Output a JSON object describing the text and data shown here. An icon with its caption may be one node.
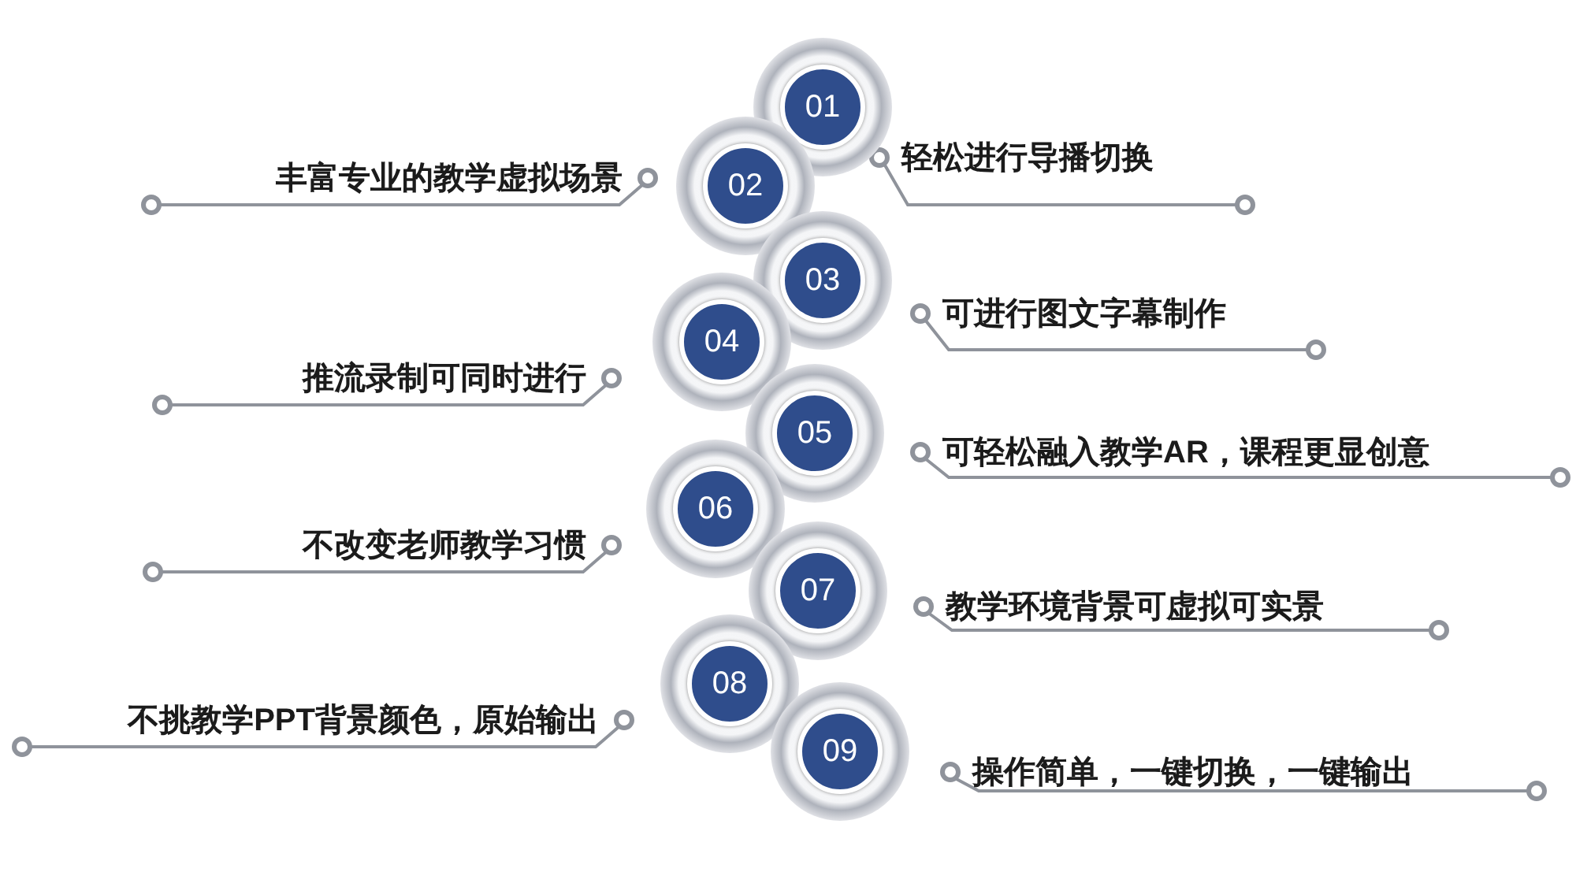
{
  "diagram": {
    "nodes": [
      {
        "text": [
          "01"
        ],
        "beside": [
          "轻松进行导播切换"
        ]
      },
      {
        "text": [
          "02"
        ],
        "beside": [
          "丰富专业的教学虚拟场景"
        ]
      },
      {
        "text": [
          "03"
        ],
        "beside": [
          "可进行图文字幕制作"
        ]
      },
      {
        "text": [
          "04"
        ],
        "beside": [
          "推流录制可同时进行"
        ]
      },
      {
        "text": [
          "05"
        ],
        "beside": [
          "可轻松融入教学AR，课程更显创意"
        ]
      },
      {
        "text": [
          "06"
        ],
        "beside": [
          "不改变老师教学习惯"
        ]
      },
      {
        "text": [
          "07"
        ],
        "beside": [
          "教学环境背景可虚拟可实景"
        ]
      },
      {
        "text": [
          "08"
        ],
        "beside": [
          "不挑教学PPT背景颜色，原始输出"
        ]
      },
      {
        "text": [
          "09"
        ],
        "beside": [
          "操作简单，一键切换，一键输出"
        ]
      }
    ]
  }
}
